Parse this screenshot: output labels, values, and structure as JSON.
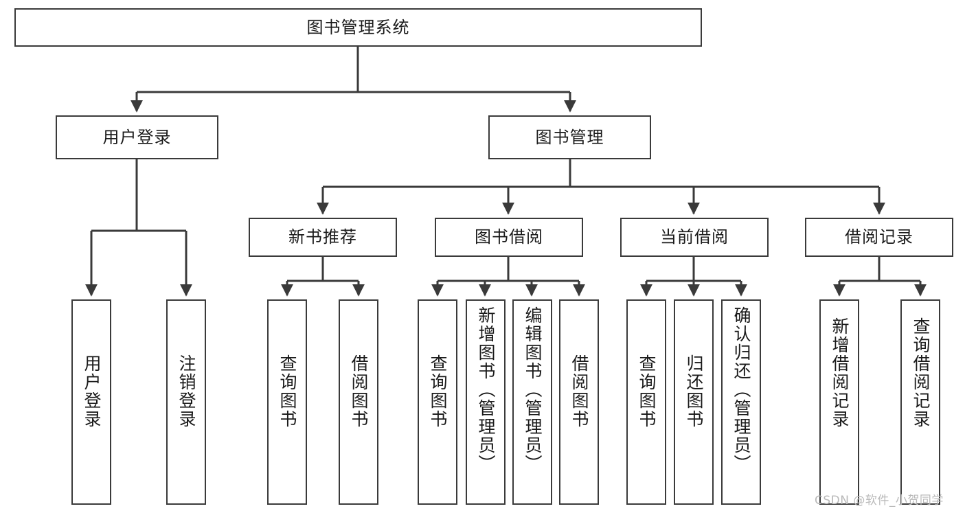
{
  "diagram": {
    "title": "图书管理系统",
    "type": "tree-hierarchy",
    "root": {
      "id": "root",
      "label": "图书管理系统"
    },
    "level2": [
      {
        "id": "user-login",
        "label": "用户登录"
      },
      {
        "id": "book-manage",
        "label": "图书管理"
      }
    ],
    "level3": [
      {
        "id": "new-book-recommend",
        "label": "新书推荐",
        "parent": "book-manage"
      },
      {
        "id": "book-borrow",
        "label": "图书借阅",
        "parent": "book-manage"
      },
      {
        "id": "current-borrow",
        "label": "当前借阅",
        "parent": "book-manage"
      },
      {
        "id": "borrow-record",
        "label": "借阅记录",
        "parent": "book-manage"
      }
    ],
    "leaves": [
      {
        "id": "leaf-user-login",
        "label": "用户登录",
        "parent": "user-login"
      },
      {
        "id": "leaf-logout-login",
        "label": "注销登录",
        "parent": "user-login"
      },
      {
        "id": "leaf-query-book-1",
        "label": "查询图书",
        "parent": "new-book-recommend"
      },
      {
        "id": "leaf-borrow-book-1",
        "label": "借阅图书",
        "parent": "new-book-recommend"
      },
      {
        "id": "leaf-query-book-2",
        "label": "查询图书",
        "parent": "book-borrow"
      },
      {
        "id": "leaf-add-book",
        "label": "新增图书（管理员）",
        "parent": "book-borrow"
      },
      {
        "id": "leaf-edit-book",
        "label": "编辑图书（管理员）",
        "parent": "book-borrow"
      },
      {
        "id": "leaf-borrow-book-2",
        "label": "借阅图书",
        "parent": "book-borrow"
      },
      {
        "id": "leaf-query-book-3",
        "label": "查询图书",
        "parent": "current-borrow"
      },
      {
        "id": "leaf-return-book",
        "label": "归还图书",
        "parent": "current-borrow"
      },
      {
        "id": "leaf-confirm-return",
        "label": "确认归还（管理员）",
        "parent": "current-borrow"
      },
      {
        "id": "leaf-add-record",
        "label": "新增借阅记录",
        "parent": "borrow-record"
      },
      {
        "id": "leaf-query-record",
        "label": "查询借阅记录",
        "parent": "borrow-record"
      }
    ]
  },
  "watermark": {
    "text": "CSDN @软件_小贺同学"
  },
  "colors": {
    "stroke": "#3a3a3a",
    "background": "#ffffff",
    "text": "#1a1a1a",
    "watermark": "#b9b9b9"
  }
}
